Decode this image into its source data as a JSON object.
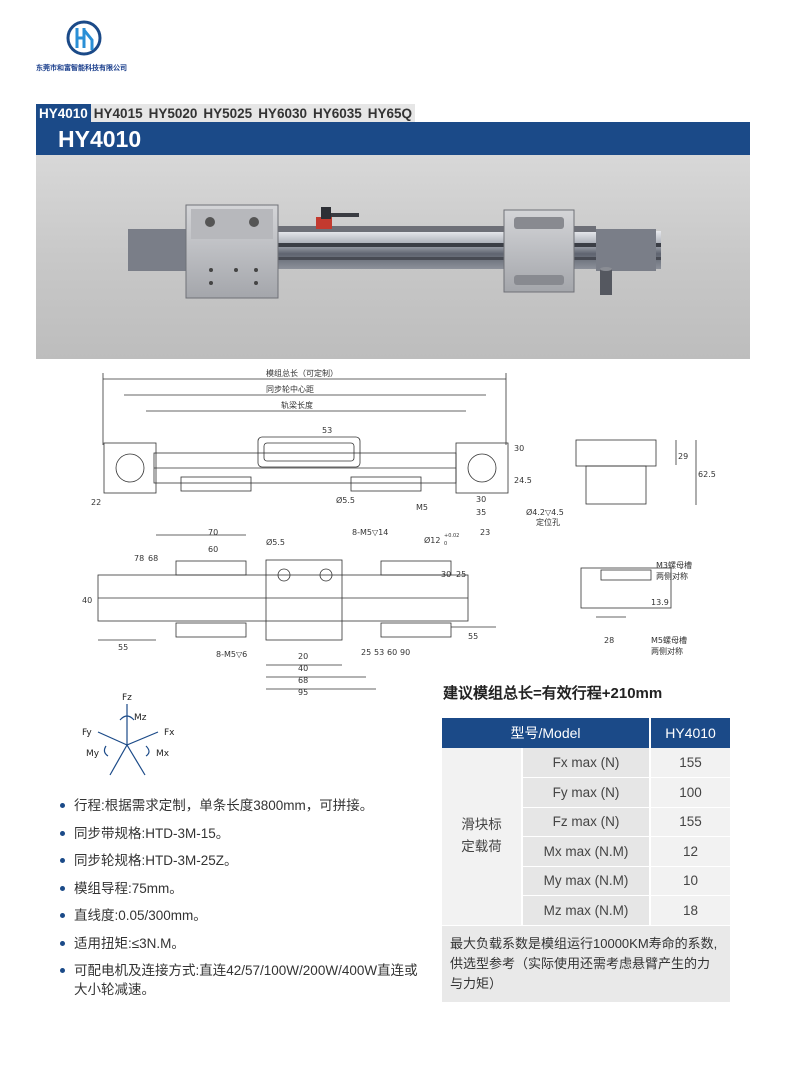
{
  "company": {
    "name": "东莞市和富智能科技有限公司",
    "brand_color": "#1b4a88"
  },
  "tabs": [
    "HY4010",
    "HY4015",
    "HY5020",
    "HY5025",
    "HY6030",
    "HY6035",
    "HY65Q"
  ],
  "active_tab_index": 0,
  "title": "HY4010",
  "drawing_labels": {
    "module_length": "模组总长（可定制）",
    "pulley_center": "同步轮中心距",
    "rail_length": "轨梁长度",
    "positioning_hole": "定位孔",
    "m3_slot": "M3螺母槽",
    "m5_slot": "M5螺母槽",
    "both_sides": "两侧对称",
    "dims_top": [
      "53",
      "30",
      "24.5",
      "29",
      "62.5",
      "22",
      "Ø5.5",
      "M5",
      "30",
      "35",
      "Ø4.2▽4.5"
    ],
    "dims_mid": [
      "70",
      "60",
      "78",
      "68",
      "40",
      "Ø5.5",
      "8-M5▽14",
      "Ø12",
      "+0.02",
      "0",
      "23",
      "30",
      "25",
      "55",
      "55"
    ],
    "dims_bottom": [
      "8-M5▽6",
      "20",
      "40",
      "68",
      "95",
      "25",
      "53",
      "60",
      "90"
    ],
    "dims_profile": [
      "13.9",
      "28"
    ]
  },
  "force_labels": [
    "Fz",
    "Mz",
    "Fy",
    "Fx",
    "My",
    "Mx"
  ],
  "suggest": "建议模组总长=有效行程+210mm",
  "spec_table": {
    "header_model": "型号/Model",
    "header_value": "HY4010",
    "group_label": "滑块标定载荷",
    "rows": [
      {
        "param": "Fx max (N)",
        "value": "155"
      },
      {
        "param": "Fy max (N)",
        "value": "100"
      },
      {
        "param": "Fz max (N)",
        "value": "155"
      },
      {
        "param": "Mx max (N.M)",
        "value": "12"
      },
      {
        "param": "My max (N.M)",
        "value": "10"
      },
      {
        "param": "Mz max (N.M)",
        "value": "18"
      }
    ],
    "note": "最大负载系数是模组运行10000KM寿命的系数,供选型参考（实际使用还需考虑悬臂产生的力与力矩）"
  },
  "features": [
    "行程:根据需求定制，单条长度3800mm，可拼接。",
    "同步带规格:HTD-3M-15。",
    "同步轮规格:HTD-3M-25Z。",
    "模组导程:75mm。",
    "直线度:0.05/300mm。",
    "适用扭矩:≤3N.M。",
    "可配电机及连接方式:直连42/57/100W/200W/400W直连或大小轮减速。"
  ]
}
